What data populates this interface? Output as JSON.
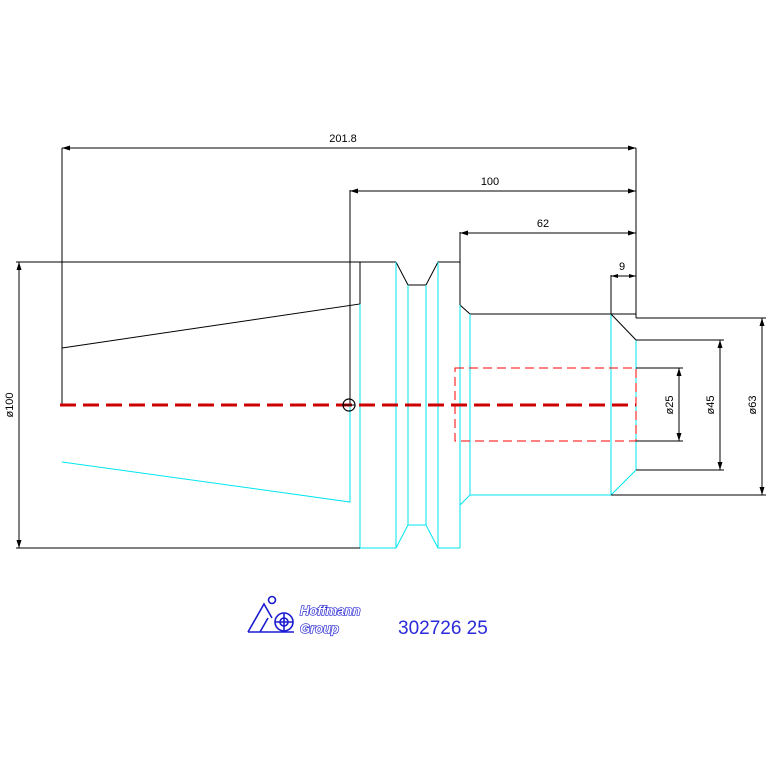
{
  "dimensions": {
    "overall_length": "201.8",
    "length_100": "100",
    "length_62": "62",
    "length_9": "9",
    "dia_100": "ø100",
    "dia_25": "ø25",
    "dia_45": "ø45",
    "dia_63": "ø63"
  },
  "logo": {
    "line1": "Hoffmann",
    "line2": "Group"
  },
  "part_number": "302726 25",
  "colors": {
    "outline": "#000000",
    "hidden_edges": "#00e5ee",
    "centerline": "#cc0000",
    "bore": "#ff0000",
    "brand": "#1c1cd0"
  }
}
